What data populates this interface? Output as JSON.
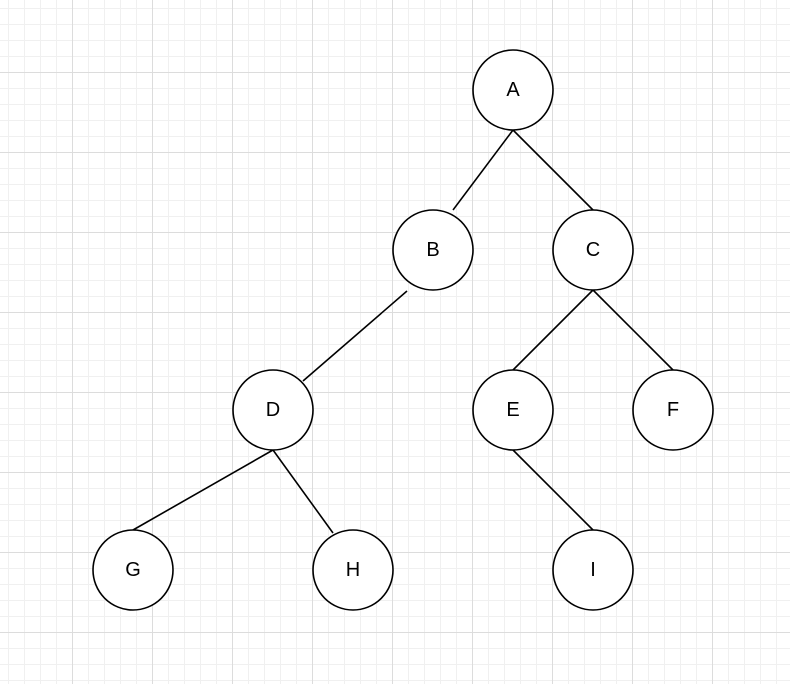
{
  "diagram": {
    "type": "binary-tree",
    "grid": true,
    "colors": {
      "node_fill": "#ffffff",
      "node_stroke": "#000000",
      "edge": "#000000",
      "grid_major": "#dcdcdc",
      "grid_minor": "#f0f0f0"
    },
    "nodes": [
      {
        "id": "A",
        "label": "A"
      },
      {
        "id": "B",
        "label": "B"
      },
      {
        "id": "C",
        "label": "C"
      },
      {
        "id": "D",
        "label": "D"
      },
      {
        "id": "E",
        "label": "E"
      },
      {
        "id": "F",
        "label": "F"
      },
      {
        "id": "G",
        "label": "G"
      },
      {
        "id": "H",
        "label": "H"
      },
      {
        "id": "I",
        "label": "I"
      }
    ],
    "edges": [
      {
        "from": "A",
        "to": "B"
      },
      {
        "from": "A",
        "to": "C"
      },
      {
        "from": "B",
        "to": "D"
      },
      {
        "from": "C",
        "to": "E"
      },
      {
        "from": "C",
        "to": "F"
      },
      {
        "from": "D",
        "to": "G"
      },
      {
        "from": "D",
        "to": "H"
      },
      {
        "from": "E",
        "to": "I"
      }
    ]
  }
}
